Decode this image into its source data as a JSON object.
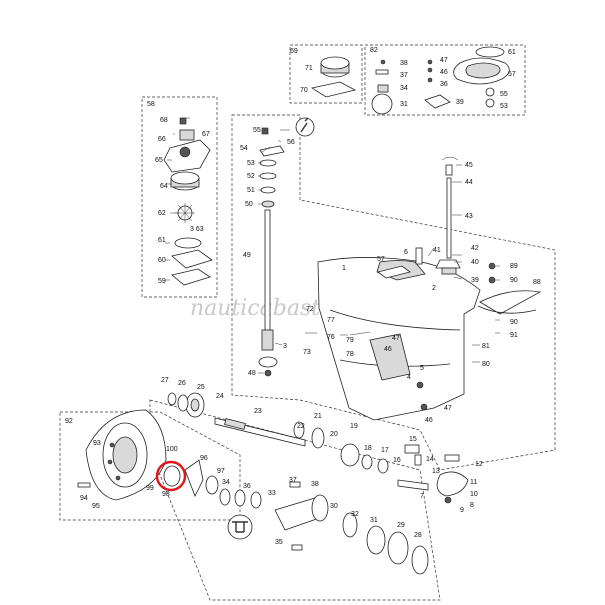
{
  "watermark": "nauticabastos",
  "highlight_color": "#e0161b",
  "callouts": {
    "c1": "1",
    "c2": "2",
    "c3": "3",
    "c4": "4",
    "c5": "5",
    "c6": "6",
    "c7": "7",
    "c8": "8",
    "c9": "9",
    "c10": "10",
    "c11": "11",
    "c12": "12",
    "c13": "13",
    "c14": "14",
    "c15": "15",
    "c16": "16",
    "c17": "17",
    "c18": "18",
    "c19": "19",
    "c20": "20",
    "c21": "21",
    "c22": "22",
    "c23": "23",
    "c24": "24",
    "c25": "25",
    "c26": "26",
    "c27": "27",
    "c28": "28",
    "c29": "29",
    "c30": "30",
    "c31": "31",
    "c31b": "31",
    "c32": "32",
    "c33": "33",
    "c34": "34",
    "c34b": "34",
    "c35": "35",
    "c36": "36",
    "c37": "37",
    "c37b": "37",
    "c38": "38",
    "c38b": "38",
    "c39": "39",
    "c39b": "39",
    "c40": "40",
    "c41": "41",
    "c42": "42",
    "c43": "43",
    "c44": "44",
    "c45": "45",
    "c46": "46",
    "c46b": "46",
    "c46c": "46",
    "c47": "47",
    "c47b": "47",
    "c47c": "47",
    "c48": "48",
    "c49": "49",
    "c50": "50",
    "c51": "51",
    "c52": "52",
    "c53": "53",
    "c53b": "53",
    "c54": "54",
    "c55": "55",
    "c55b": "55",
    "c56": "56",
    "c57": "57",
    "c57b": "57",
    "c58": "58",
    "c59": "59",
    "c60": "60",
    "c61": "61",
    "c61b": "61",
    "c62": "62",
    "c63": "3 63",
    "c64": "64",
    "c65": "65",
    "c66": "66",
    "c67": "67",
    "c68": "68",
    "c69": "69",
    "c70": "70",
    "c71": "71",
    "c72": "72",
    "c73": "73",
    "c76": "76",
    "c77": "77",
    "c78": "78",
    "c79": "79",
    "c80": "80",
    "c81": "81",
    "c82": "82",
    "c88": "88",
    "c89": "89",
    "c90": "90",
    "c90b": "90",
    "c91": "91",
    "c92": "92",
    "c93": "93",
    "c94": "94",
    "c95": "95",
    "c96": "96",
    "c97": "97",
    "c98": "98",
    "c99": "99",
    "c100": "100"
  }
}
